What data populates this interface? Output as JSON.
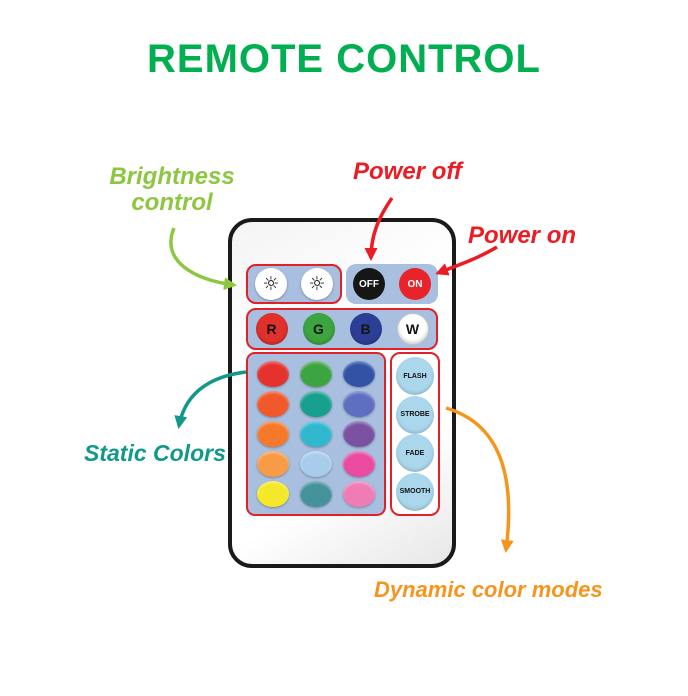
{
  "title": "REMOTE CONTROL",
  "annotations": {
    "brightness": {
      "text": "Brightness control",
      "color": "#8dc63f"
    },
    "power_off": {
      "text": "Power off",
      "color": "#ec1c24"
    },
    "power_on": {
      "text": "Power on",
      "color": "#ec1c24"
    },
    "static_colors": {
      "text": "Static Colors",
      "color": "#12988b"
    },
    "dynamic_modes": {
      "text": "Dynamic color modes",
      "color": "#f7941d"
    }
  },
  "remote": {
    "brightness_buttons": [
      {
        "name": "brightness-up",
        "icon": "sun-icon",
        "glyph": "☼"
      },
      {
        "name": "brightness-down",
        "icon": "sun-icon",
        "glyph": "☼"
      }
    ],
    "power_buttons": {
      "off": "OFF",
      "on": "ON"
    },
    "channel_buttons": [
      {
        "label": "R",
        "bg": "#e0312d"
      },
      {
        "label": "G",
        "bg": "#3da53f"
      },
      {
        "label": "B",
        "bg": "#2c3f96"
      },
      {
        "label": "W",
        "bg": "#ffffff",
        "ring": "#c4c4c4"
      }
    ],
    "static_color_grid": [
      [
        "#e5322d",
        "#3ca441",
        "#3253a5"
      ],
      [
        "#f1582b",
        "#17a08d",
        "#5e6fc2"
      ],
      [
        "#f4792b",
        "#31b8cf",
        "#7b52a1"
      ],
      [
        "#f79b47",
        "#a8cdec",
        "#ea4ba0"
      ],
      [
        "#f5e829",
        "#44929b",
        "#ef7cb5"
      ]
    ],
    "mode_buttons": [
      "FLASH",
      "STROBE",
      "FADE",
      "SMOOTH"
    ]
  },
  "colors": {
    "title_green": "#00af50",
    "annotation_green": "#8dc63f",
    "annotation_red": "#ec1c24",
    "annotation_teal": "#12988b",
    "annotation_orange": "#f7941d",
    "panel_blue": "#a9bfe0",
    "mode_button_blue": "#abd7ec",
    "outline_red": "#e02128",
    "remote_border": "#1a1a1a"
  }
}
